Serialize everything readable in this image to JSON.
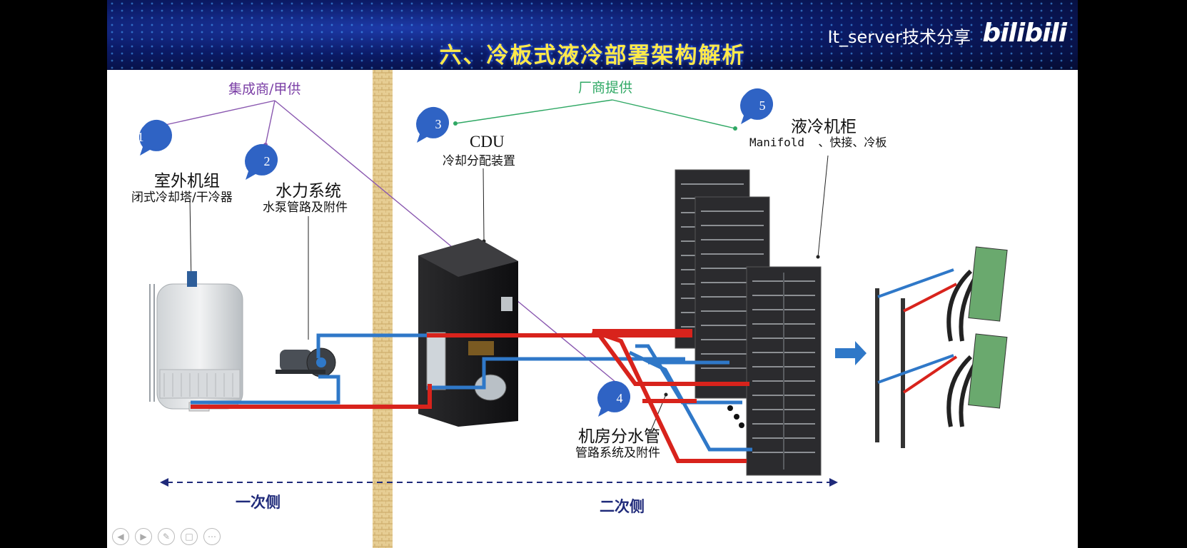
{
  "header": {
    "title": "六、冷板式液冷部署架构解析",
    "channel": "It_server技术分享",
    "logo": "bilibili"
  },
  "groups": {
    "integrator": "集成商/甲供",
    "vendor": "厂商提供"
  },
  "badges": [
    "1",
    "2",
    "3",
    "4",
    "5"
  ],
  "components": {
    "outdoor": {
      "title": "室外机组",
      "subtitle": "闭式冷却塔/干冷器"
    },
    "hydraulic": {
      "title": "水力系统",
      "subtitle": "水泵管路及附件"
    },
    "cdu": {
      "title": "CDU",
      "subtitle": "冷却分配装置"
    },
    "manifold_room": {
      "title": "机房分水管",
      "subtitle": "管路系统及附件"
    },
    "rack": {
      "title": "液冷机柜",
      "subtitle": "Manifold  、快接、冷板"
    }
  },
  "sides": {
    "primary": "一次侧",
    "secondary": "二次侧"
  },
  "colors": {
    "hot_pipe": "#d8231c",
    "cold_pipe": "#2f78c8",
    "badge": "#2f63c4",
    "integrator_line": "#8a58b0",
    "vendor_line": "#2fa864",
    "title_text": "#ffe94a"
  },
  "player_controls": [
    "prev-icon",
    "play-icon",
    "pen-icon",
    "copy-icon",
    "more-icon"
  ]
}
